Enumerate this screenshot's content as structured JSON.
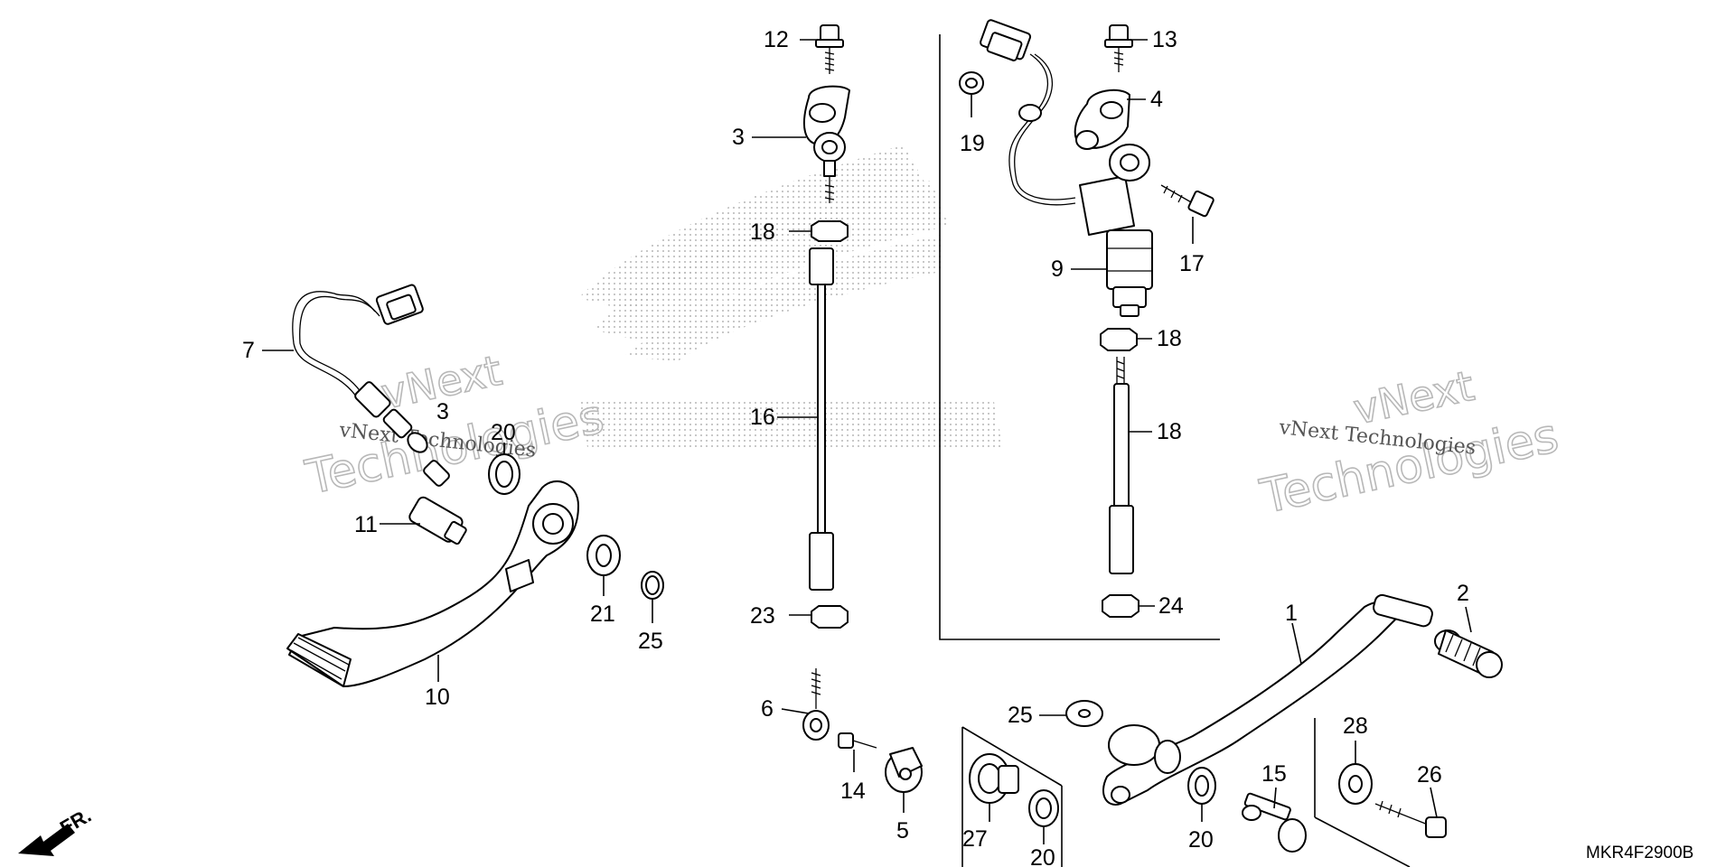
{
  "diagram": {
    "code": "MKR4F2900B",
    "direction_label": "FR.",
    "watermark": {
      "line1": "vNext",
      "line2": "Technologies",
      "line3": "vNext Technologies"
    },
    "callouts": [
      {
        "id": "c1",
        "label": "1"
      },
      {
        "id": "c2",
        "label": "2"
      },
      {
        "id": "c3a",
        "label": "3"
      },
      {
        "id": "c3b",
        "label": "3"
      },
      {
        "id": "c4",
        "label": "4"
      },
      {
        "id": "c5",
        "label": "5"
      },
      {
        "id": "c6",
        "label": "6"
      },
      {
        "id": "c7",
        "label": "7"
      },
      {
        "id": "c9",
        "label": "9"
      },
      {
        "id": "c10",
        "label": "10"
      },
      {
        "id": "c11",
        "label": "11"
      },
      {
        "id": "c12a",
        "label": "12"
      },
      {
        "id": "c12b",
        "label": "12"
      },
      {
        "id": "c13",
        "label": "13"
      },
      {
        "id": "c14",
        "label": "14"
      },
      {
        "id": "c15",
        "label": "15"
      },
      {
        "id": "c16",
        "label": "16"
      },
      {
        "id": "c17",
        "label": "17"
      },
      {
        "id": "c18a",
        "label": "18"
      },
      {
        "id": "c18b",
        "label": "18"
      },
      {
        "id": "c19",
        "label": "19"
      },
      {
        "id": "c20a",
        "label": "20"
      },
      {
        "id": "c20b",
        "label": "20"
      },
      {
        "id": "c20c",
        "label": "20"
      },
      {
        "id": "c21",
        "label": "21"
      },
      {
        "id": "c23a",
        "label": "23"
      },
      {
        "id": "c23b",
        "label": "23"
      },
      {
        "id": "c24",
        "label": "24"
      },
      {
        "id": "c25",
        "label": "25"
      },
      {
        "id": "c26",
        "label": "26"
      },
      {
        "id": "c27",
        "label": "27"
      },
      {
        "id": "c28",
        "label": "28"
      }
    ]
  }
}
